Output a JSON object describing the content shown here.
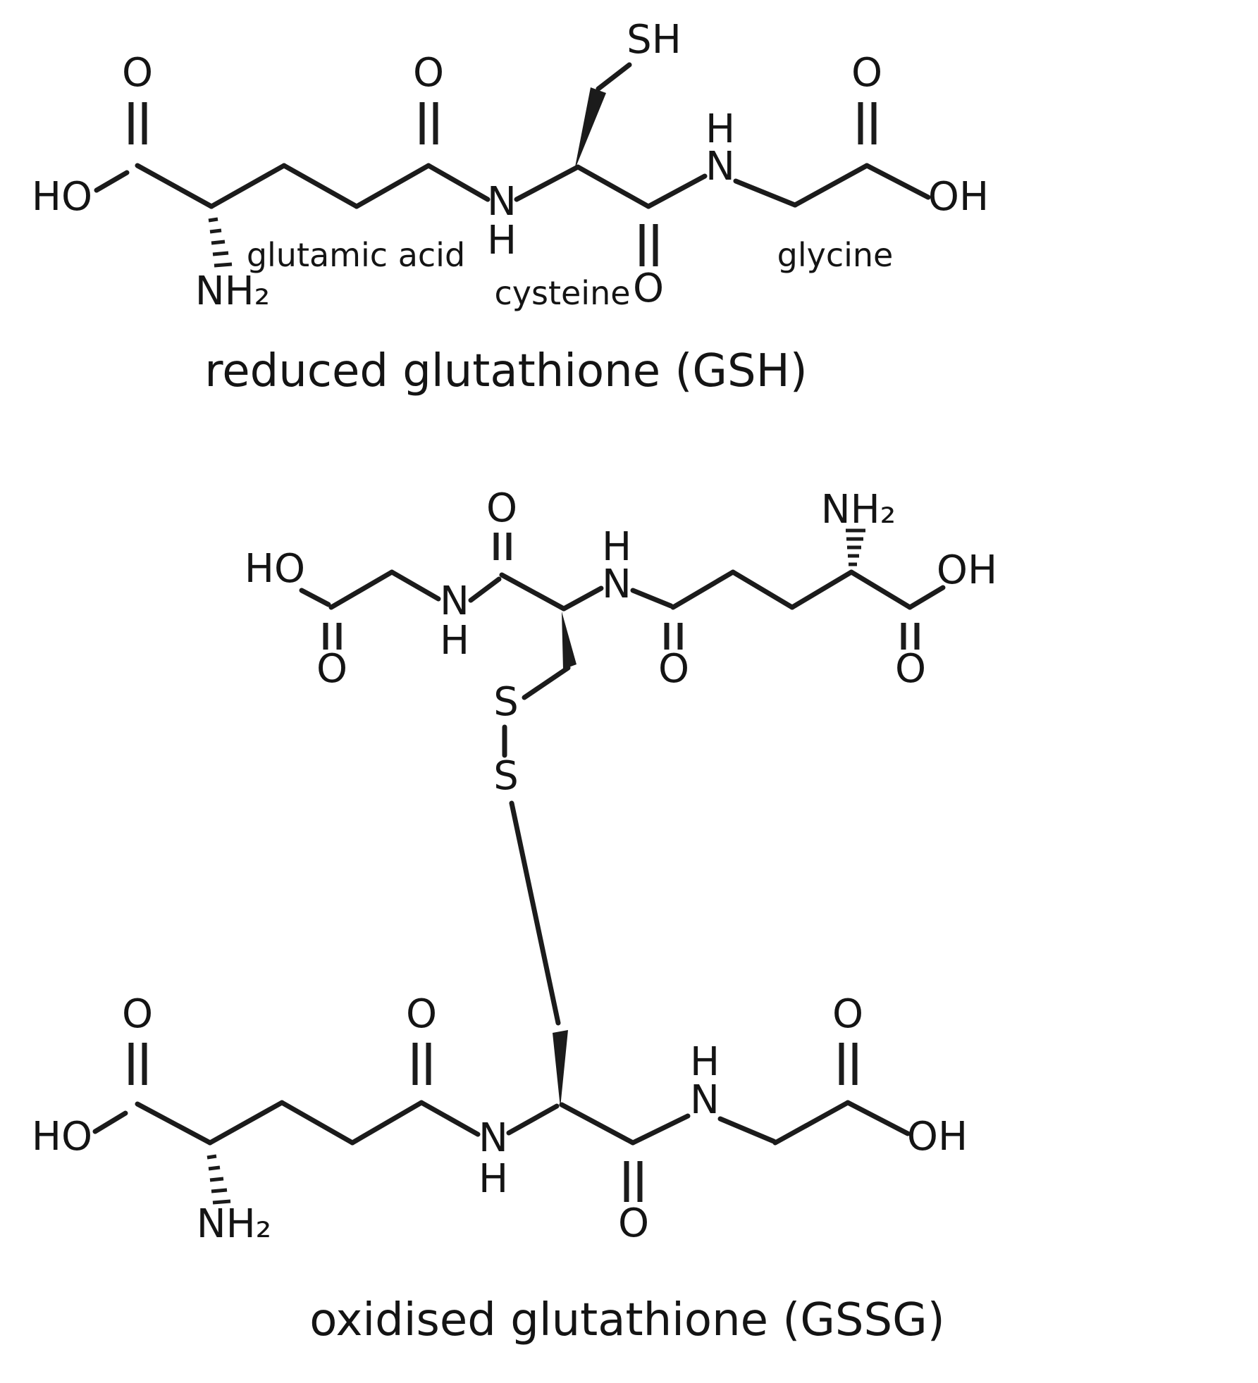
{
  "figure": {
    "top_caption": "reduced glutathione (GSH)",
    "bottom_caption": "oxidised glutathione (GSSG)"
  },
  "residue_labels": {
    "glutamic_acid": "glutamic acid",
    "cysteine": "cysteine",
    "glycine": "glycine"
  },
  "atom_labels": {
    "O": "O",
    "HO": "HO",
    "OH": "OH",
    "N": "N",
    "H": "H",
    "S": "S",
    "SH": "SH",
    "NH2": "NH₂"
  }
}
